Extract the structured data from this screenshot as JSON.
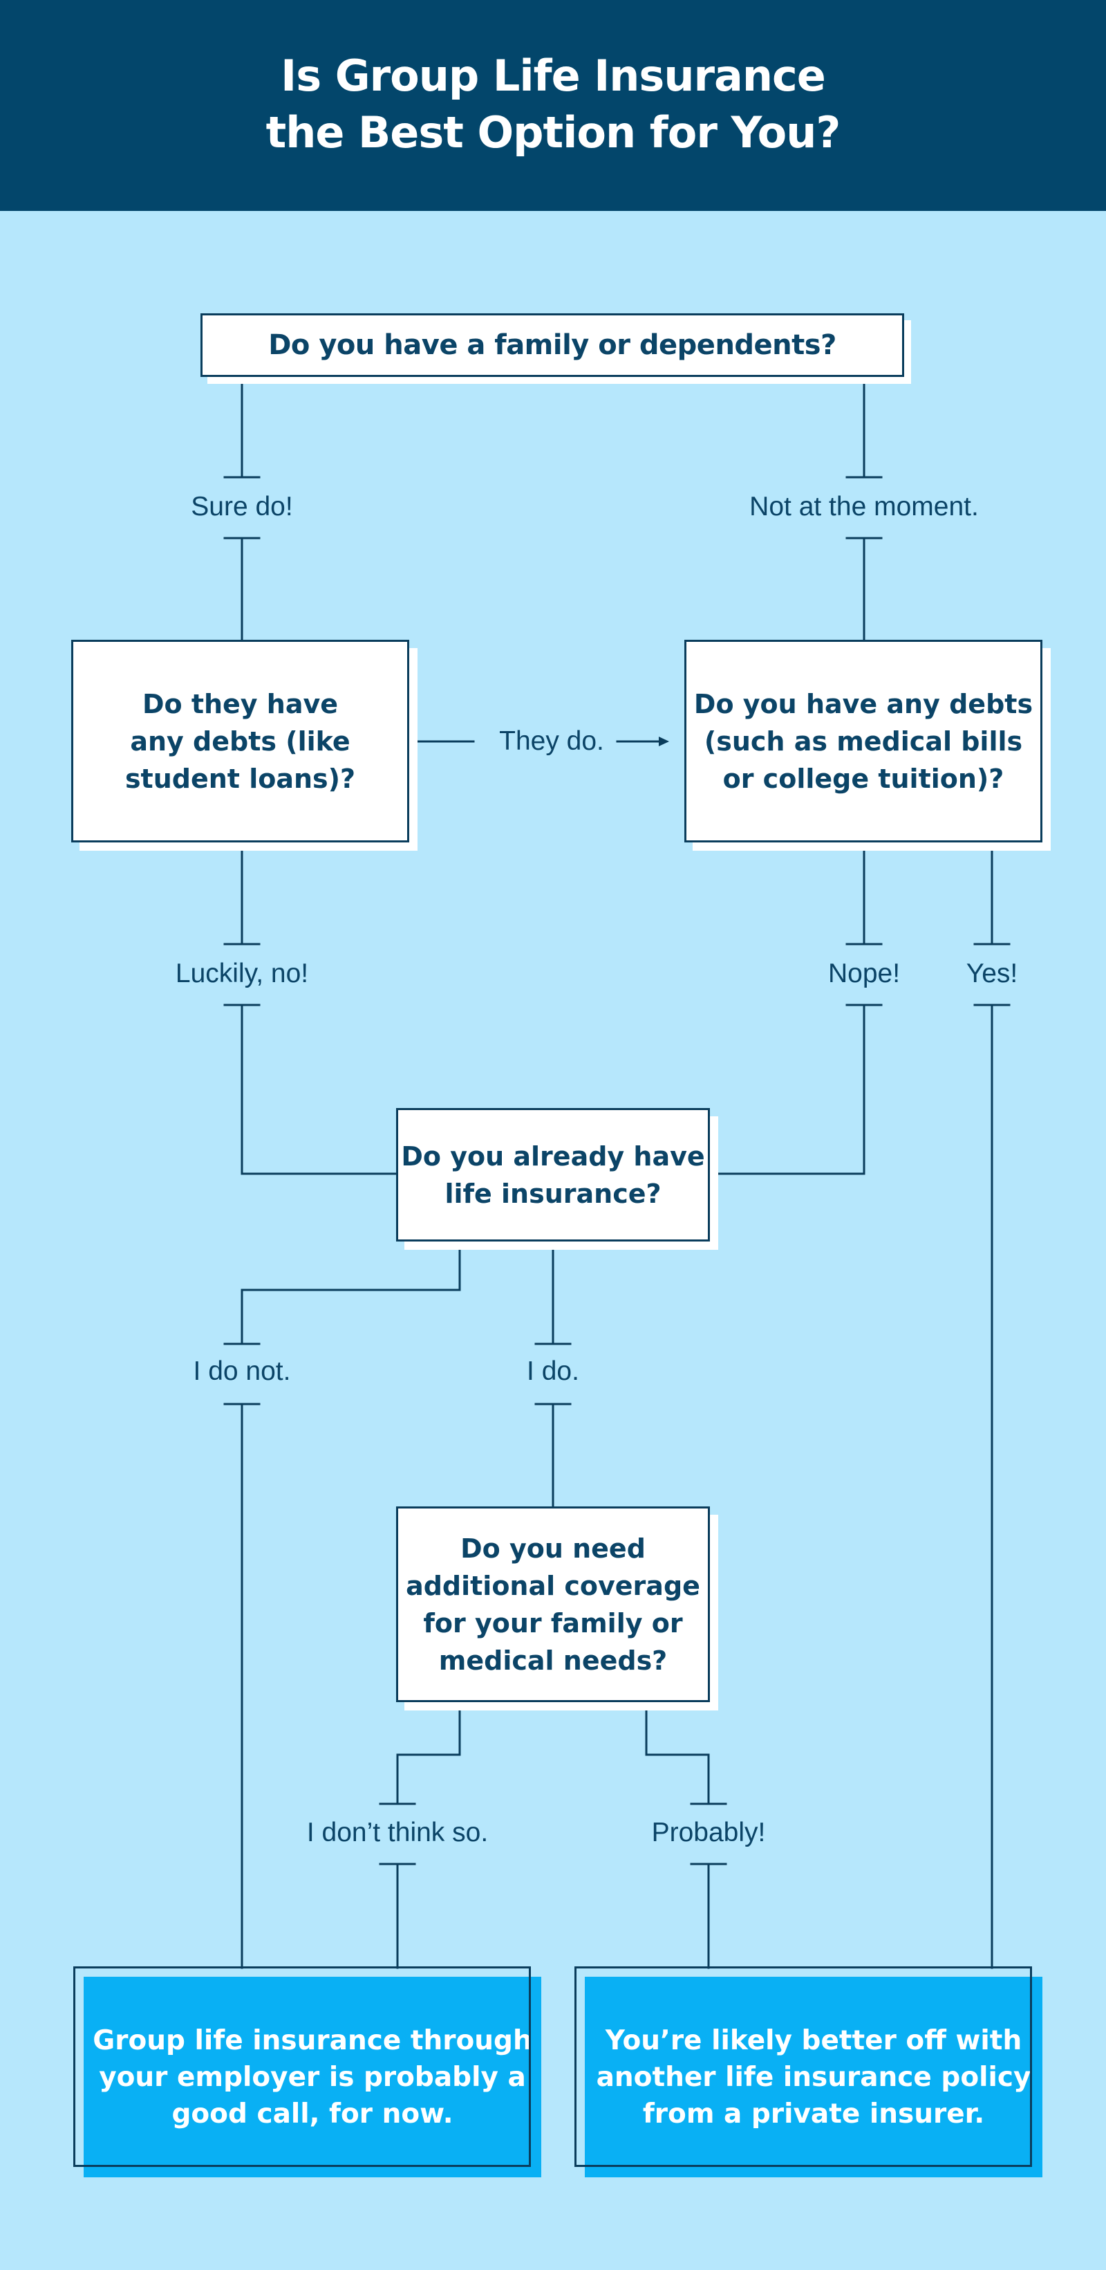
{
  "header": {
    "title_line1": "Is Group Life Insurance",
    "title_line2": "the Best Option for You?"
  },
  "colors": {
    "header_bg": "#03466b",
    "page_bg": "#b6e7fc",
    "line": "#0a3d5c",
    "result_bg": "#09b0f4",
    "text_dark": "#0b4467"
  },
  "questions": {
    "family": "Do you have a family or dependents?",
    "dependents_debts": "Do they have\nany debts (like\nstudent loans)?",
    "your_debts": "Do you have any debts\n(such as medical bills\nor college tuition)?",
    "already_have": "Do you already have\nlife insurance?",
    "additional": "Do you need\nadditional coverage\nfor your family or\nmedical needs?"
  },
  "answers": {
    "sure_do": "Sure do!",
    "not_at_moment": "Not at the moment.",
    "they_do": "They do.",
    "luckily_no": "Luckily, no!",
    "nope": "Nope!",
    "yes": "Yes!",
    "i_do_not": "I do not.",
    "i_do": "I do.",
    "dont_think_so": "I don’t think so.",
    "probably": "Probably!"
  },
  "results": {
    "group": "Group life insurance through\nyour employer is probably a\ngood call, for now.",
    "private": "You’re likely better off with\nanother life insurance policy\nfrom a private insurer."
  }
}
